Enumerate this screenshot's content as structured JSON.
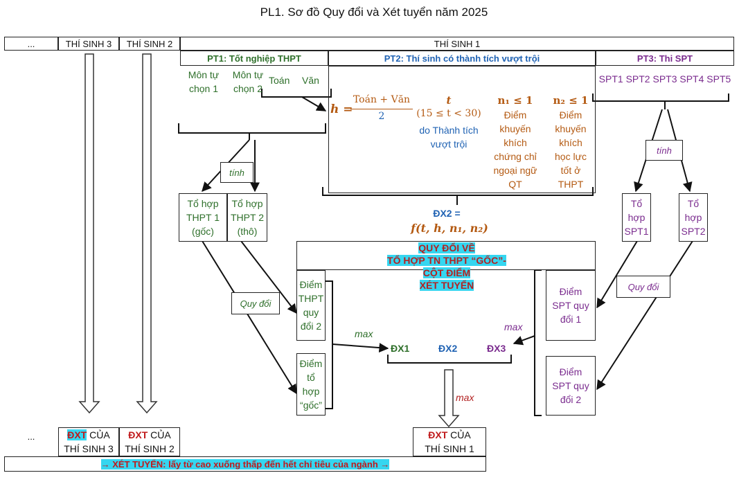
{
  "title": "PL1. Sơ đồ Quy đổi và Xét tuyển năm 2025",
  "colors": {
    "green": "#2e6f2a",
    "blue": "#1f62b3",
    "orange": "#b45a12",
    "purple": "#7a2b8e",
    "red": "#c0191b",
    "highlight": "#35d6f0"
  },
  "header": {
    "ellipsis": "...",
    "ts3": "THÍ SINH 3",
    "ts2": "THÍ SINH 2",
    "ts1": "THÍ SINH 1"
  },
  "pt1": {
    "title": "PT1: Tốt nghiệp THPT",
    "mon1_l1": "Môn tự",
    "mon1_l2": "chọn 1",
    "mon2_l1": "Môn tự",
    "mon2_l2": "chọn 2",
    "toan": "Toán",
    "van": "Văn",
    "tinh": "tính",
    "th1": [
      "Tổ hợp",
      "THPT 1",
      "(gốc)"
    ],
    "th2": [
      "Tổ hợp",
      "THPT 2",
      "(thô)"
    ],
    "quydoi": "Quy đổi"
  },
  "pt2": {
    "title": "PT2: Thí sinh có thành tích vượt trội",
    "h_lhs": "h =",
    "h_num": "Toán + Văn",
    "h_den": "2",
    "t_sym": "t",
    "t_range": "(15 ≤ t < 30)",
    "t_desc": [
      "do Thành tích",
      "vượt trội"
    ],
    "n1": "n₁ ≤ 1",
    "n1_desc": [
      "Điểm",
      "khuyến",
      "khích",
      "chứng chỉ",
      "ngoại ngữ",
      "QT"
    ],
    "n2": "n₂ ≤ 1",
    "n2_desc": [
      "Điểm",
      "khuyến",
      "khích",
      "học lực",
      "tốt ở",
      "THPT"
    ],
    "dx2_label": "ĐX2 =",
    "dx2_formula": "f(t, h, n₁, n₂)"
  },
  "pt3": {
    "title": "PT3: Thi SPT",
    "spt_list": "SPT1 SPT2 SPT3 SPT4 SPT5",
    "tinh": "tính",
    "th1": [
      "Tổ",
      "hợp",
      "SPT1"
    ],
    "th2": [
      "Tổ",
      "hợp",
      "SPT2"
    ],
    "quydoi": "Quy đổi"
  },
  "center": {
    "quydoi_lines": [
      "QUY ĐỔI VỀ",
      "TỔ HỢP TN THPT “GỐC”-",
      "CỘT ĐIỂM",
      "XÉT TUYỂN"
    ],
    "diem_thpt_qd2": [
      "Điểm",
      "THPT",
      "quy",
      "đổi 2"
    ],
    "diem_goc": [
      "Điểm",
      "tổ",
      "hợp",
      "“gốc”"
    ],
    "spt_qd1": [
      "Điểm",
      "SPT quy",
      "đổi 1"
    ],
    "spt_qd2": [
      "Điểm",
      "SPT quy",
      "đổi 2"
    ],
    "max_left": "max",
    "max_right": "max",
    "max_down": "max",
    "dx1": "ĐX1",
    "dx2": "ĐX2",
    "dx3": "ĐX3"
  },
  "bottom": {
    "ellipsis": "...",
    "dxt": "ĐXT",
    "cua": " CỦA",
    "ts3": "THÍ SINH 3",
    "ts2": "THÍ SINH 2",
    "ts1": "THÍ SINH 1",
    "xettuyen": "→ XÉT TUYỂN: lấy từ cao xuống thấp đến hết chỉ tiêu của ngành →"
  }
}
